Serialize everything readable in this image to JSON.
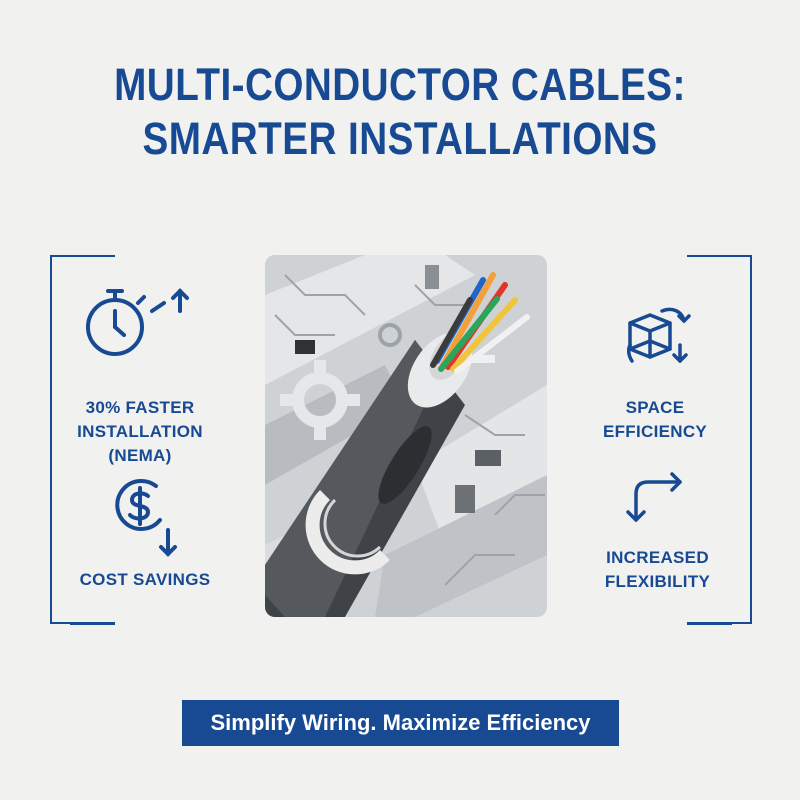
{
  "title": {
    "line1": "MULTI-CONDUCTOR CABLES:",
    "line2": "SMARTER INSTALLATIONS"
  },
  "features": {
    "faster": {
      "line1": "30% FASTER",
      "line2": "INSTALLATION",
      "line3": "(NEMA)",
      "icon": "stopwatch-icon"
    },
    "cost": {
      "label": "COST SAVINGS",
      "icon": "dollar-down-icon"
    },
    "space": {
      "line1": "SPACE",
      "line2": "EFFICIENCY",
      "icon": "box-arrows-icon"
    },
    "flex": {
      "line1": "INCREASED",
      "line2": "FLEXIBILITY",
      "icon": "bent-arrow-icon"
    }
  },
  "illustration": {
    "subject": "cable-illustration"
  },
  "tagline": "Simplify Wiring. Maximize Efficiency",
  "colors": {
    "accent": "#174a93",
    "background": "#f1f1ef"
  }
}
